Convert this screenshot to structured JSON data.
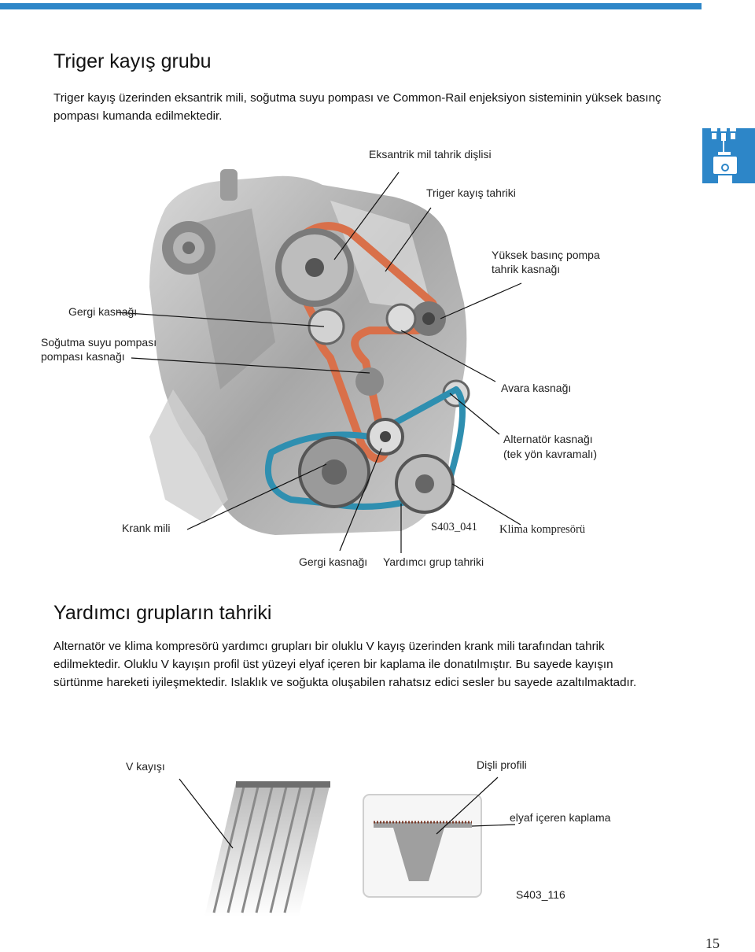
{
  "section1": {
    "title": "Triger kayış grubu",
    "text": "Triger kayış üzerinden eksantrik mili, soğutma suyu pompası ve Common-Rail enjeksiyon sisteminin yüksek basınç pompası kumanda edilmektedir."
  },
  "figure1": {
    "labels": {
      "eksantrik": "Eksantrik mil tahrik dişlisi",
      "triger_tahrik": "Triger kayış tahriki",
      "yuksek_basinc_1": "Yüksek basınç pompa",
      "yuksek_basinc_2": "tahrik kasnağı",
      "gergi_top": "Gergi kasnağı",
      "sogutma_1": "Soğutma suyu pompası",
      "sogutma_2": "pompası kasnağı",
      "avara": "Avara kasnağı",
      "alternator_1": "Alternatör kasnağı",
      "alternator_2": "(tek yön kavramalı)",
      "krank": "Krank mili",
      "fig_id": "S403_041",
      "klima": "Klima kompresörü",
      "gergi_bottom": "Gergi kasnağı",
      "yardimci": "Yardımcı grup tahriki"
    }
  },
  "section2": {
    "title": "Yardımcı grupların tahriki",
    "text": "Alternatör ve klima kompresörü yardımcı grupları bir oluklu V kayış üzerinden krank mili tarafından tahrik edilmektedir. Oluklu V kayışın profil üst yüzeyi elyaf içeren bir kaplama ile donatılmıştır. Bu sayede kayışın sürtünme hareketi iyileşmektedir. Islaklık ve soğukta oluşabilen rahatsız edici sesler bu sayede azaltılmaktadır."
  },
  "figure2": {
    "labels": {
      "v_kayis": "V kayışı",
      "disli_profil": "Dişli profili",
      "elyaf": "elyaf içeren kaplama",
      "fig_id": "S403_116"
    }
  },
  "page_number": "15",
  "colors": {
    "accent": "#2d86c8",
    "timing_belt": "#d9704a",
    "v_belt": "#2f8fb0"
  },
  "icons": {
    "side_tab": "engine-diagram-icon"
  }
}
